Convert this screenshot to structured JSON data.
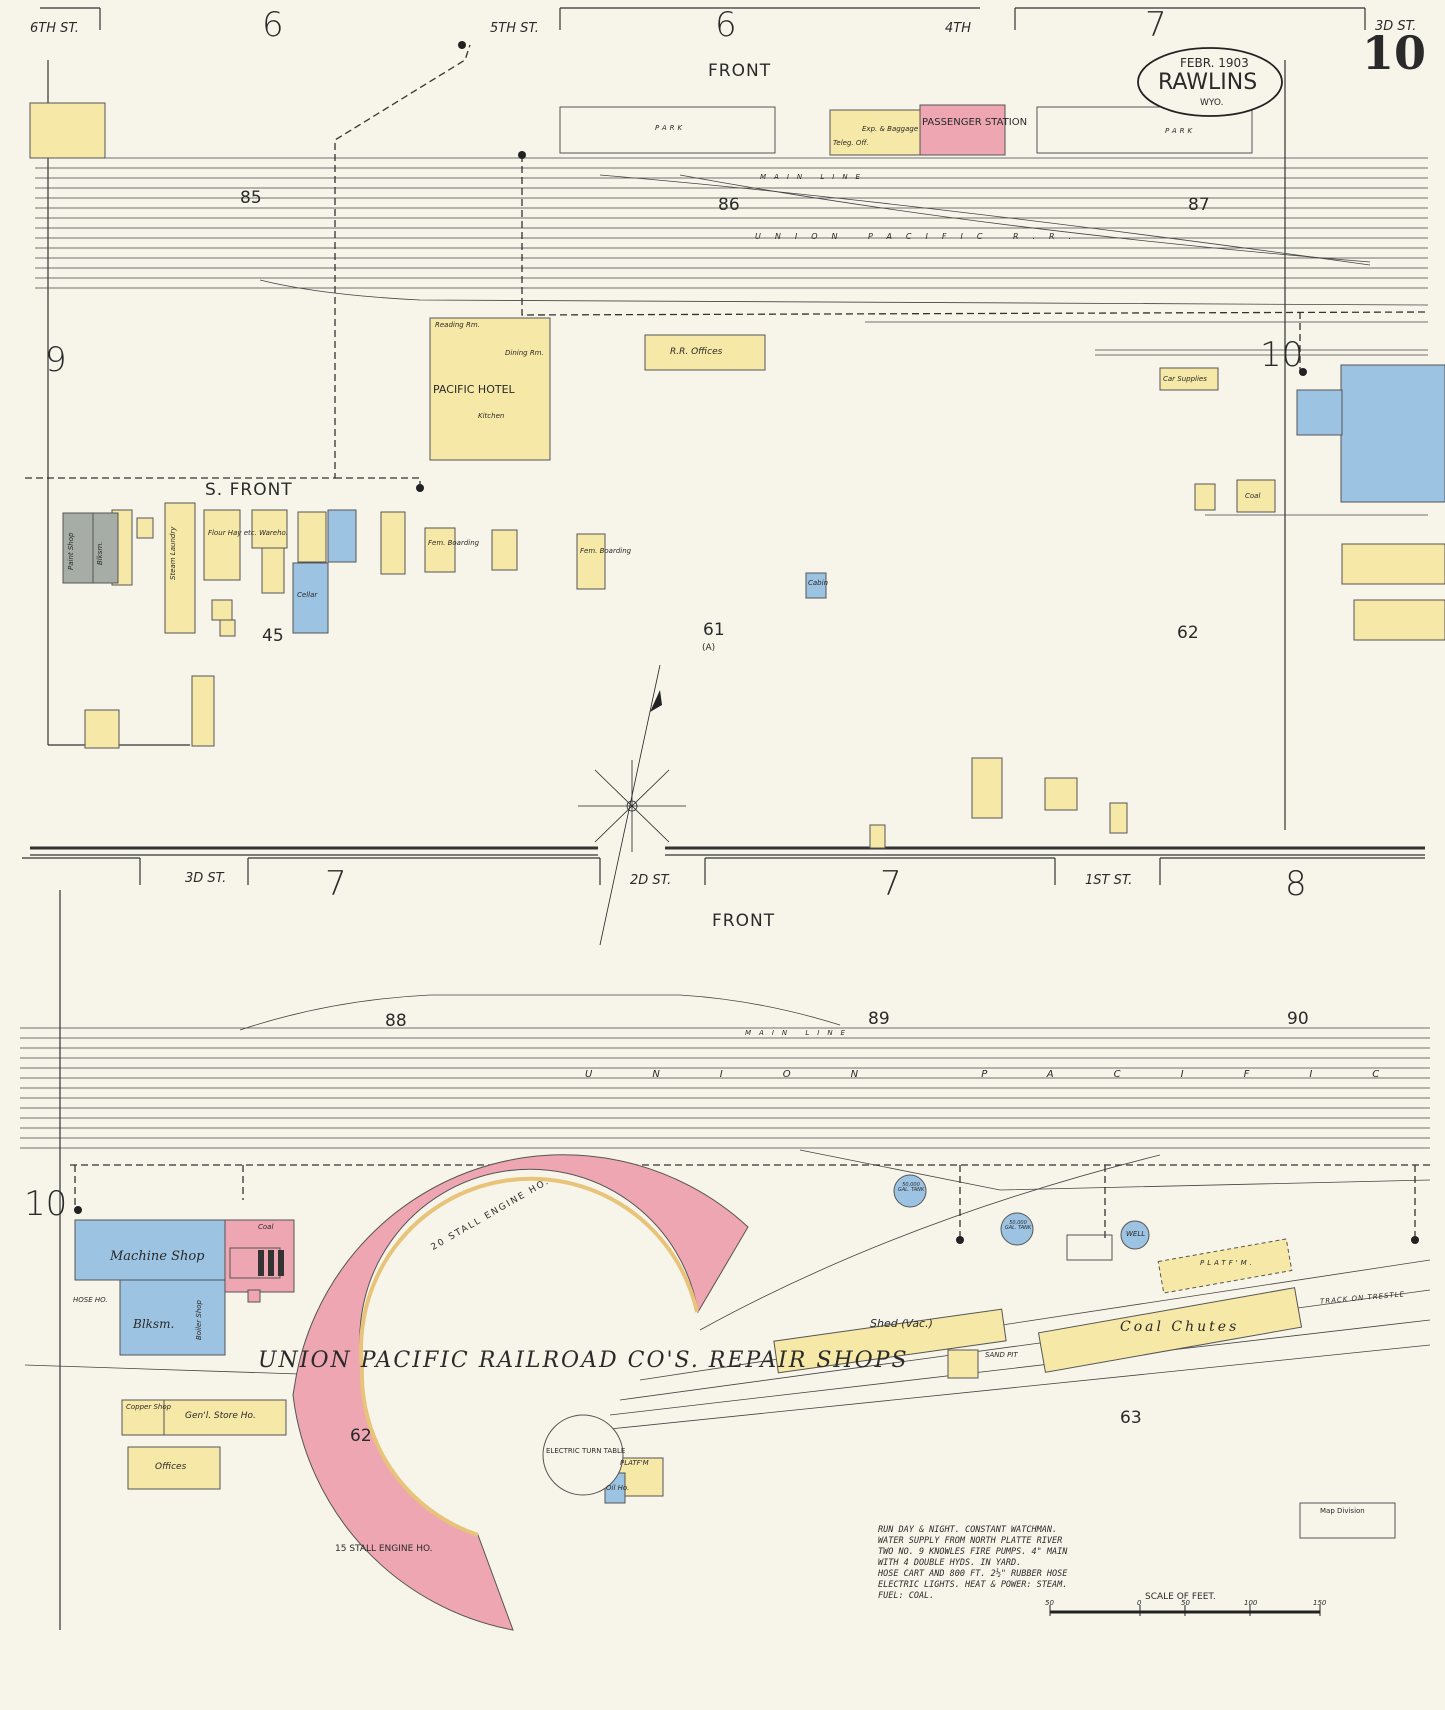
{
  "header": {
    "date": "FEBR. 1903",
    "city": "RAWLINS",
    "state": "WYO.",
    "sheet_number": "10"
  },
  "streets": {
    "sixth": "6TH ST.",
    "fifth": "5TH ST.",
    "fourth": "4TH",
    "third_top": "3D ST.",
    "third_mid": "3D ST.",
    "second": "2D ST.",
    "first": "1ST ST.",
    "front_top": "FRONT",
    "front_mid": "FRONT",
    "s_front": "S. FRONT"
  },
  "sheet_refs": {
    "top_6a": "6",
    "top_6b": "6",
    "top_7": "7",
    "left_9": "9",
    "right_10": "10",
    "mid_7a": "7",
    "mid_7b": "7",
    "mid_8": "8",
    "left_10": "10"
  },
  "blocks": {
    "b85": "85",
    "b86": "86",
    "b87": "87",
    "b88": "88",
    "b89": "89",
    "b90": "90",
    "b45": "45",
    "b61": "61",
    "b61a": "(A)",
    "b62_top": "62",
    "b62_bot": "62",
    "b63": "63"
  },
  "railroad": {
    "main_line": "MAIN LINE",
    "union_pacific_top": "UNION PACIFIC R.R.",
    "union_pacific_bot": "UNION PACIFIC R.R.",
    "shops_title": "UNION PACIFIC RAILROAD CO'S. REPAIR SHOPS"
  },
  "buildings": {
    "passenger_station": "PASSENGER STATION",
    "exp_baggage": "Exp. & Baggage",
    "teleg_off": "Teleg. Off.",
    "park_1": "PARK",
    "park_2": "PARK",
    "rr_offices": "R.R. Offices",
    "pacific_hotel": "PACIFIC HOTEL",
    "reading_rm": "Reading Rm.",
    "dining_rm": "Dining Rm.",
    "kitchen": "Kitchen",
    "car_supplies": "Car Supplies",
    "coal_right": "Coal",
    "paint_shop": "Paint Shop",
    "blksm_top": "Blksm.",
    "steam_laundry": "Steam Laundry",
    "flour_hay": "Flour Hay etc. Wareho.",
    "cellar": "Cellar",
    "fem_boarding_1": "Fem. Boarding",
    "fem_boarding_2": "Fem. Boarding",
    "cabin": "Cabin",
    "machine_shop": "Machine Shop",
    "blksm_bot": "Blksm.",
    "boiler_shop": "Boiler Shop",
    "coal_shop": "Coal",
    "copper_shop": "Copper Shop",
    "genl_store": "Gen'l. Store Ho.",
    "offices": "Offices",
    "engine_20": "20 STALL ENGINE HO.",
    "engine_15": "15 STALL ENGINE HO.",
    "turntable": "ELECTRIC TURN TABLE",
    "shed": "Shed (Vac.)",
    "coal_chutes": "Coal Chutes",
    "platform_1": "PLATF'M.",
    "platform_2": "PLATF'M",
    "oil_ho": "Oil Ho.",
    "tank_50000": "50,000 GAL. TANK",
    "tank_50000b": "50,000 GAL. TANK",
    "well": "WELL",
    "hose_ho": "HOSE HO.",
    "sand_pit": "SAND PIT",
    "trestle": "TRACK ON TRESTLE"
  },
  "fire_note": "RUN DAY & NIGHT. CONSTANT WATCHMAN.\nWATER SUPPLY FROM NORTH PLATTE RIVER\nTWO NO. 9 KNOWLES FIRE PUMPS. 4\" MAIN\nWITH 4 DOUBLE HYDS. IN YARD.\nHOSE CART AND 800 FT. 2½\" RUBBER HOSE\nELECTRIC LIGHTS. HEAT & POWER: STEAM.\nFUEL: COAL.",
  "scale": {
    "label": "SCALE OF FEET.",
    "ticks": [
      "50",
      "0",
      "50",
      "100",
      "150"
    ]
  },
  "stamp": "Map Division",
  "colors": {
    "paper": "#f7f4ea",
    "frame_yellow": "#f6e8a6",
    "brick_pink": "#eda6b2",
    "stone_blue": "#9cc3e2",
    "iron_gray": "#a6ada6",
    "ink": "#2a2a2a"
  }
}
